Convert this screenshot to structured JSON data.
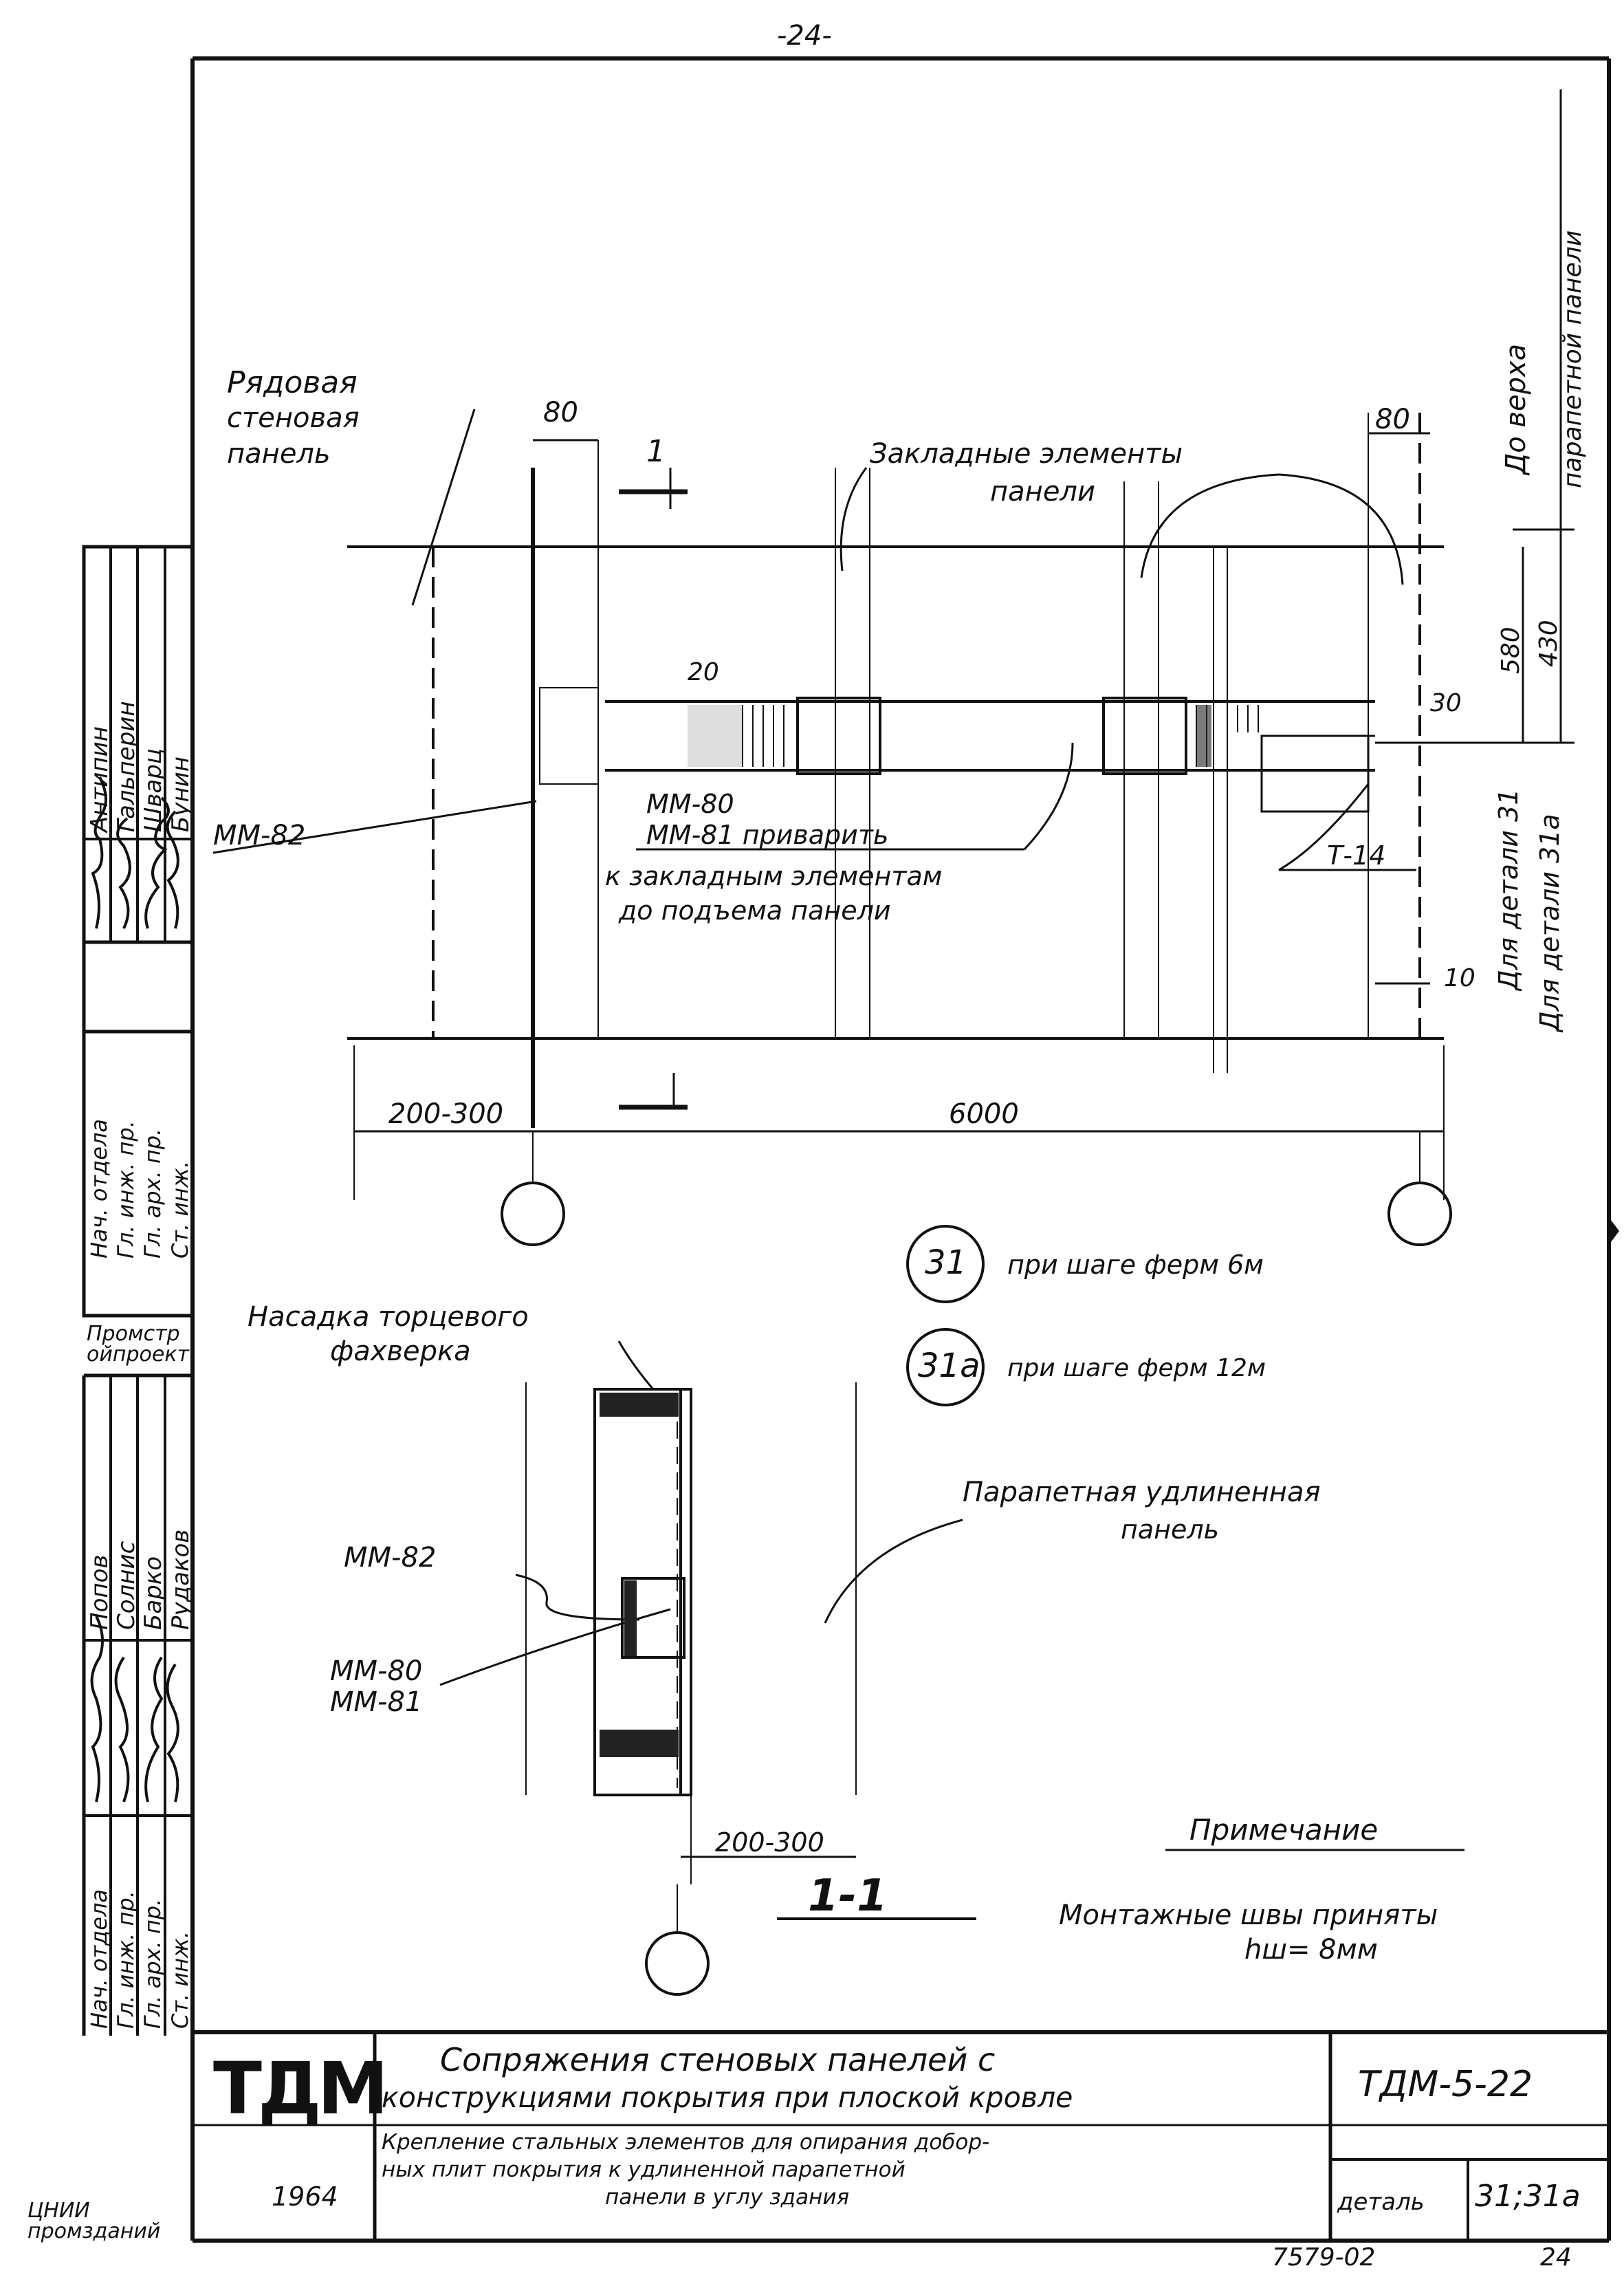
{
  "page_number": "-24-",
  "labels": {
    "row_panel": [
      "Рядовая",
      "стеновая",
      "панель"
    ],
    "dim_80_left": "80",
    "dim_80_right": "80",
    "section_mark": "1",
    "embedded_elements": [
      "Закладные элементы",
      "панели"
    ],
    "dim_20": "20",
    "dim_30": "30",
    "dim_10": "10",
    "dim_580": "580",
    "dim_430": "430",
    "to_top_parapet": [
      "До верха",
      "парапетной панели"
    ],
    "for_detail_31": "Для детали 31",
    "for_detail_31a": "Для детали 31а",
    "mm82_top": "ММ-82",
    "mm80_81_weld": [
      "ММ-80",
      "ММ-81  приварить",
      "к закладным элементам",
      "до подъема панели"
    ],
    "t14": "Т-14",
    "dim_200_300_top": "200-300",
    "dim_6000": "6000",
    "detail_31": "31",
    "detail_31_text": "при шаге ферм 6м",
    "detail_31a": "31а",
    "detail_31a_text": "при шаге ферм 12м",
    "end_frame_cap": [
      "Насадка торцевого",
      "фахверка"
    ],
    "parapet_panel": [
      "Парапетная удлиненная",
      "панель"
    ],
    "mm82_bottom": "ММ-82",
    "mm80_81_bottom": [
      "ММ-80",
      "ММ-81"
    ],
    "dim_200_300_bottom": "200-300",
    "note_title": "Примечание",
    "note_text": [
      "Монтажные швы приняты",
      "hш= 8мм"
    ],
    "section_title": "1-1"
  },
  "side_stamp": {
    "upper_names": [
      "Антипин",
      "Гальперин",
      "Шварц",
      "Бунин"
    ],
    "upper_roles": [
      "Нач. отдела",
      "Гл. инж. пр.",
      "Гл. арх. пр.",
      "Ст. инж."
    ],
    "org_upper": "Промстройпроект",
    "lower_names": [
      "Попов",
      "Солнис",
      "Барко",
      "Рудаков"
    ],
    "lower_roles": [
      "Нач. отдела",
      "Гл. инж. пр.",
      "Гл. арх. пр.",
      "Ст. инж."
    ],
    "org_lower": "ЦНИИ промзданий"
  },
  "title_block": {
    "logo": "ТДМ",
    "year": "1964",
    "title_main": [
      "Сопряжения стеновых панелей с",
      "конструкциями покрытия при плоской кровле"
    ],
    "title_sub": [
      "Крепление стальных элементов для опирания добор-",
      "ных плит покрытия к удлиненной парапетной",
      "панели в углу здания"
    ],
    "series": "ТДМ-5-22",
    "detail_label": "деталь",
    "detail_value": "31;31а",
    "sheet_code": "7579-02",
    "sheet_num": "24"
  }
}
